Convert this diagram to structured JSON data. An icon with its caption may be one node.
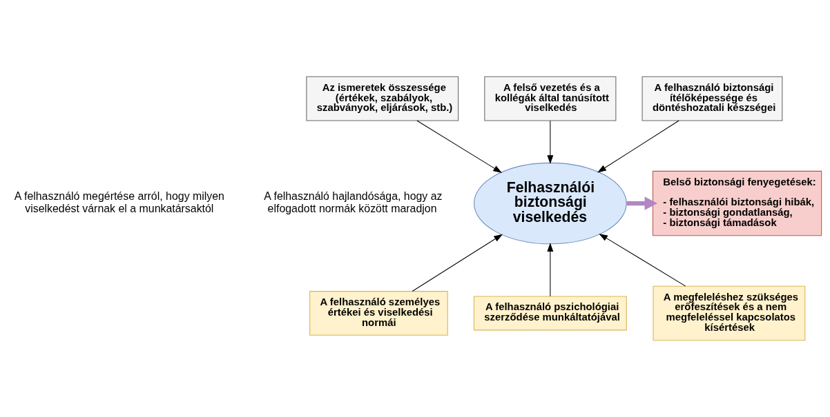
{
  "diagram": {
    "nodes": [
      {
        "text": [
          "Az ismeretek összessége (értékek, szabályok, szabványok, eljárások, stb.)"
        ]
      },
      {
        "text": [
          "A felső vezetés és a kollégák által tanúsított viselkedés"
        ]
      },
      {
        "text": [
          "A felhasználó biztonsági ítélőképessége és döntéshozatali készségei"
        ]
      },
      {
        "text": [
          "Felhasználói biztonsági viselkedés"
        ]
      },
      {
        "text": [
          "Belső biztonsági fenyegetések:",
          "- felhasználói biztonsági hibák,",
          "- biztonsági gondatlanság,",
          "- biztonsági támadások"
        ]
      },
      {
        "text": [
          "A felhasználó személyes értékei és viselkedési normái"
        ]
      },
      {
        "text": [
          "A felhasználó pszichológiai szerződése munkáltatójával"
        ]
      },
      {
        "text": [
          "A megfeleléshez szükséges erőfeszítések és a nem megfeleléssel kapcsolatos kísértések"
        ]
      }
    ],
    "edges": [
      {
        "from": 0,
        "to": 3,
        "arrow": "to"
      },
      {
        "from": 1,
        "to": 3,
        "arrow": "to"
      },
      {
        "from": 2,
        "to": 3,
        "arrow": "to"
      },
      {
        "from": 3,
        "to": 4,
        "arrow": "to",
        "style": "thick",
        "color": "#b088c2"
      },
      {
        "from": 5,
        "to": 3,
        "arrow": "to"
      },
      {
        "from": 6,
        "to": 3,
        "arrow": "to"
      },
      {
        "from": 7,
        "to": 3,
        "arrow": "to"
      }
    ],
    "labels": [
      "A felhasználó megértése arról, hogy milyen viselkedést várnak el a munkatársaktól",
      "A felhasználó hajlandósága, hogy az elfogadott normák között maradjon"
    ]
  }
}
